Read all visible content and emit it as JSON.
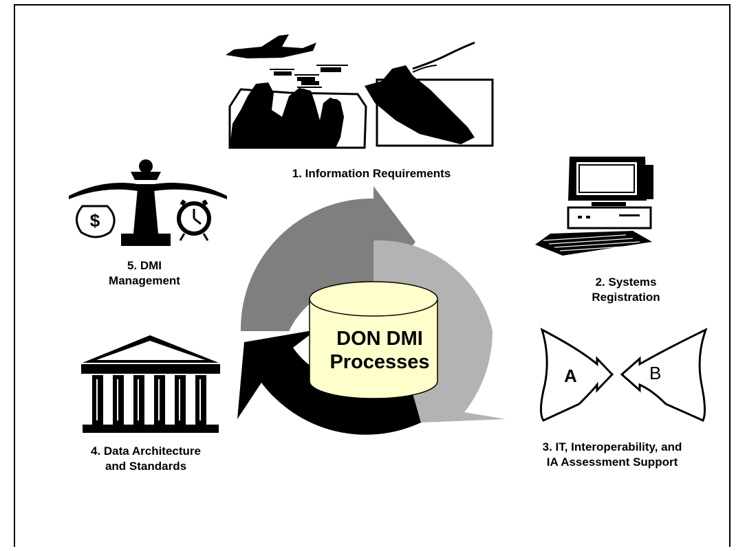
{
  "center": {
    "line1": "DON DMI",
    "line2": "Processes"
  },
  "labels": {
    "step1": "1. Information Requirements",
    "step2": {
      "line1": "2. Systems",
      "line2": "Registration"
    },
    "step3": {
      "line1": "3.  IT, Interoperability, and",
      "line2": "IA Assessment Support"
    },
    "step4": {
      "line1": "4. Data Architecture",
      "line2": "and Standards"
    },
    "step5": {
      "line1": "5. DMI",
      "line2": "Management"
    }
  },
  "interop": {
    "left": "A",
    "right": "B"
  },
  "colors": {
    "arrow1": "#7f7f7f",
    "arrow2": "#b3b3b3",
    "arrow3": "#000000",
    "cylinder": "#ffffcc"
  }
}
